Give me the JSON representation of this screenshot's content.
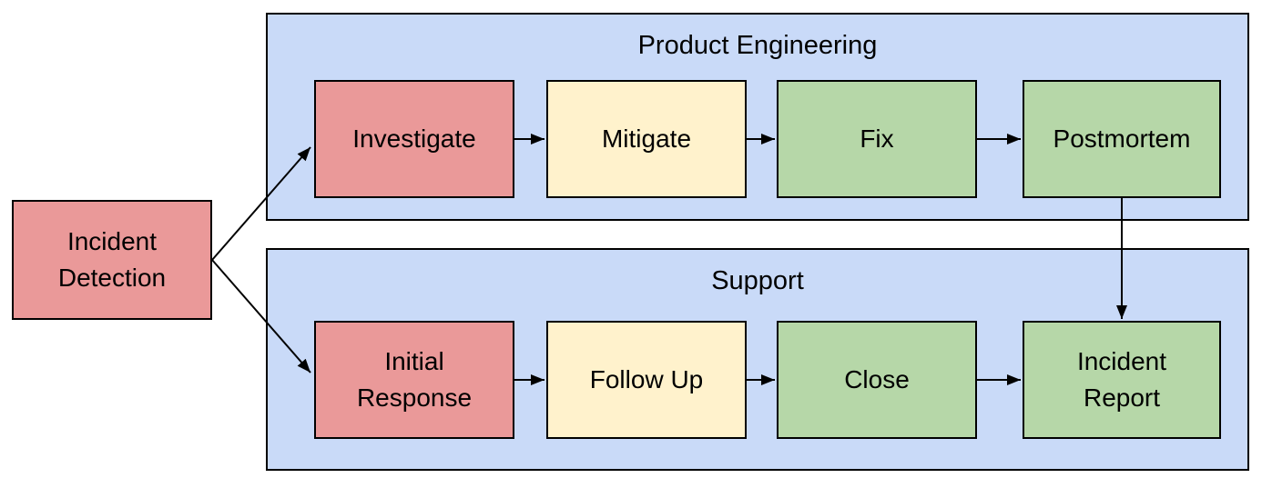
{
  "diagram": {
    "start_node": {
      "label": "Incident Detection",
      "color": "#ea9999"
    },
    "lanes": [
      {
        "title": "Product Engineering",
        "fill": "#c9daf8",
        "nodes": [
          {
            "label": "Investigate",
            "color": "#ea9999"
          },
          {
            "label": "Mitigate",
            "color": "#fff2cc"
          },
          {
            "label": "Fix",
            "color": "#b6d7a8"
          },
          {
            "label": "Postmortem",
            "color": "#b6d7a8"
          }
        ]
      },
      {
        "title": "Support",
        "fill": "#c9daf8",
        "nodes": [
          {
            "label": "Initial Response",
            "color": "#ea9999"
          },
          {
            "label": "Follow Up",
            "color": "#fff2cc"
          },
          {
            "label": "Close",
            "color": "#b6d7a8"
          },
          {
            "label": "Incident Report",
            "color": "#b6d7a8"
          }
        ]
      }
    ],
    "edges": [
      {
        "from": "Incident Detection",
        "to": "Investigate"
      },
      {
        "from": "Incident Detection",
        "to": "Initial Response"
      },
      {
        "from": "Investigate",
        "to": "Mitigate"
      },
      {
        "from": "Mitigate",
        "to": "Fix"
      },
      {
        "from": "Fix",
        "to": "Postmortem"
      },
      {
        "from": "Postmortem",
        "to": "Incident Report"
      },
      {
        "from": "Initial Response",
        "to": "Follow Up"
      },
      {
        "from": "Follow Up",
        "to": "Close"
      },
      {
        "from": "Close",
        "to": "Incident Report"
      }
    ],
    "colors": {
      "node_red": "#ea9999",
      "node_yellow": "#fff2cc",
      "node_green": "#b6d7a8",
      "lane_blue": "#c9daf8",
      "border": "#000000",
      "arrow": "#000000",
      "background": "#ffffff"
    }
  }
}
